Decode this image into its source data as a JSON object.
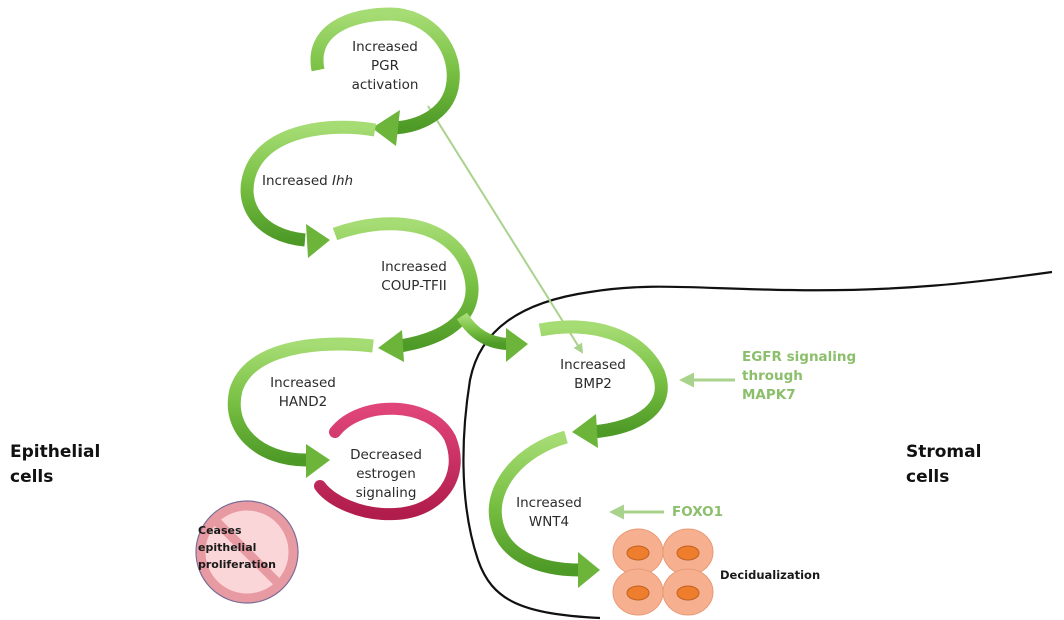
{
  "regions": {
    "epithelial": "Epithelial\ncells",
    "stromal": "Stromal\ncells"
  },
  "nodes": {
    "pgr": {
      "line1": "Increased",
      "line2": "PGR",
      "line3": "activation"
    },
    "ihh": {
      "prefix": "Increased ",
      "gene": "Ihh"
    },
    "coup": {
      "line1": "Increased",
      "line2": "COUP-TFII"
    },
    "hand2": {
      "line1": "Increased",
      "line2": "HAND2"
    },
    "estrogen": {
      "line1": "Decreased",
      "line2": "estrogen",
      "line3": "signaling"
    },
    "bmp2": {
      "line1": "Increased",
      "line2": "BMP2"
    },
    "wnt4": {
      "line1": "Increased",
      "line2": "WNT4"
    }
  },
  "regulators": {
    "egfr": {
      "line1": "EGFR signaling",
      "line2": "through",
      "line3": "MAPK7"
    },
    "foxo1": "FOXO1"
  },
  "outcomes": {
    "ceases": {
      "line1": "Ceases",
      "line2": "epithelial",
      "line3": "proliferation"
    },
    "decidualization": "Decidualization"
  },
  "colors": {
    "arrow_green": "#7cc24a",
    "arrow_green_dark": "#4f9a2a",
    "regulator_green": "#8cbf6b",
    "decrease_red": "#c8265a",
    "prohibit_pink": "#f4b9bf",
    "cell_fill": "#f6b08f",
    "nucleus_fill": "#ee7e2e"
  }
}
